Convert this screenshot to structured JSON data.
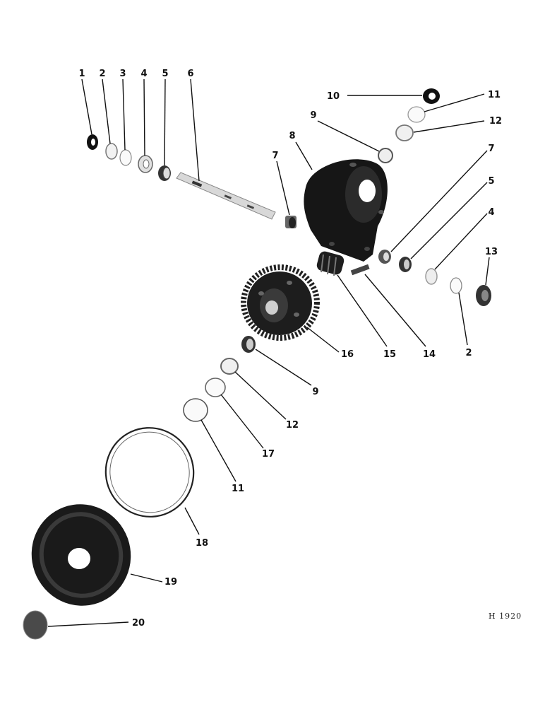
{
  "figure_code": "H 1920",
  "callouts": {
    "c1": "1",
    "c2a": "2",
    "c3": "3",
    "c4a": "4",
    "c5a": "5",
    "c6": "6",
    "c7a": "7",
    "c8": "8",
    "c9a": "9",
    "c10": "10",
    "c11a": "11",
    "c12a": "12",
    "c7b": "7",
    "c5b": "5",
    "c4b": "4",
    "c13": "13",
    "c2b": "2",
    "c14": "14",
    "c15": "15",
    "c16": "16",
    "c9b": "9",
    "c12b": "12",
    "c17": "17",
    "c11b": "11",
    "c18": "18",
    "c19": "19",
    "c20": "20"
  },
  "colors": {
    "ink": "#111111",
    "part_dark": "#1a1a1a",
    "part_mid": "#555555",
    "part_light": "#bbbbbb"
  }
}
